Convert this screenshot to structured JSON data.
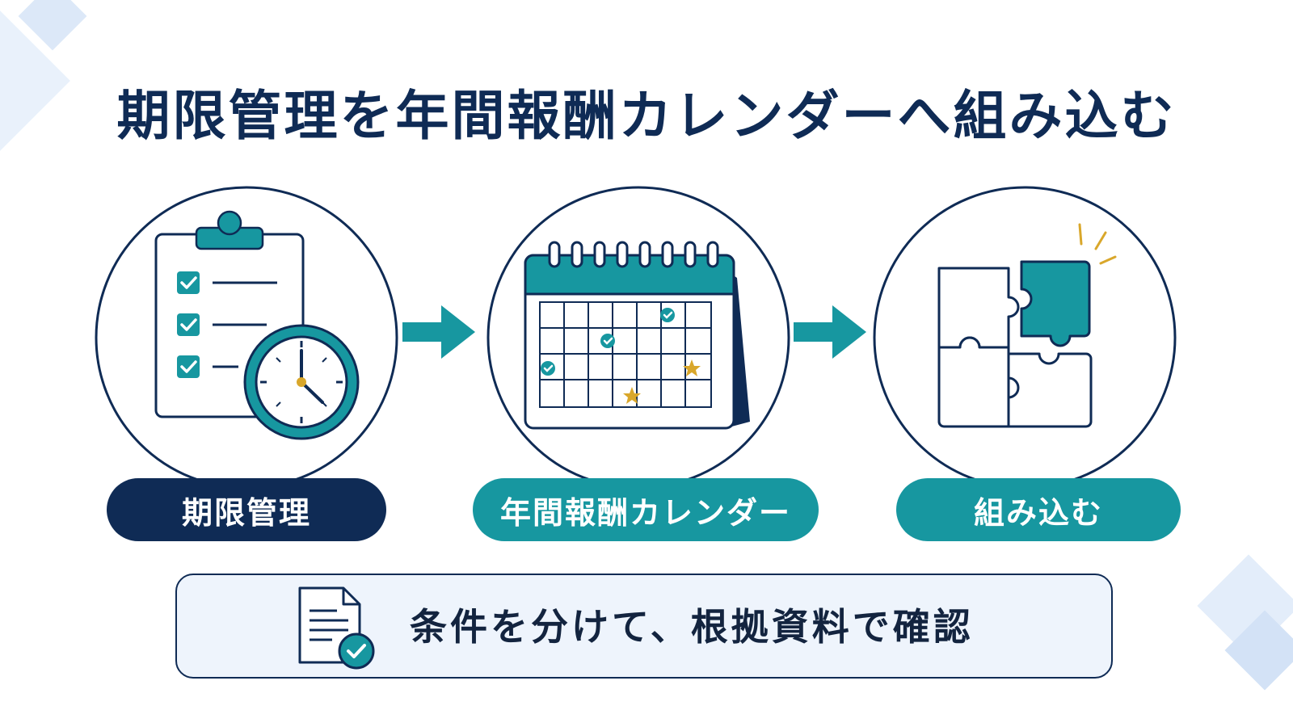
{
  "title": "期限管理を年間報酬カレンダーへ組み込む",
  "steps": [
    {
      "label": "期限管理",
      "icon": "clipboard-clock-icon"
    },
    {
      "label": "年間報酬カレンダー",
      "icon": "calendar-icon"
    },
    {
      "label": "組み込む",
      "icon": "puzzle-icon"
    }
  ],
  "note": {
    "text": "条件を分けて、根拠資料で確認",
    "icon": "document-check-icon"
  },
  "colors": {
    "navy": "#0f2b55",
    "teal": "#1797a0",
    "gold": "#d9a72b",
    "note_bg": "#eef4fc"
  }
}
